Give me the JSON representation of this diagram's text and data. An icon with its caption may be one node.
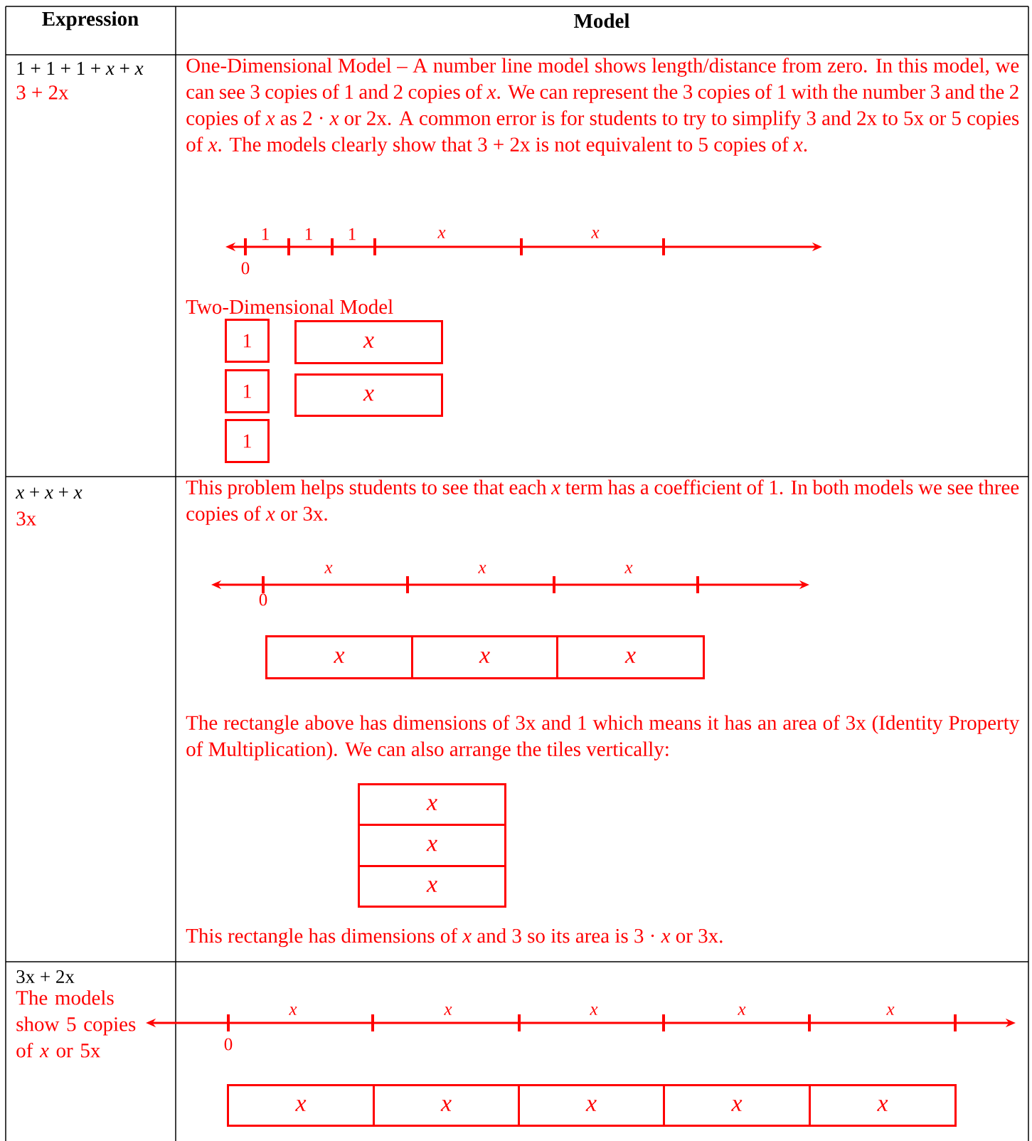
{
  "diagram": {
    "nodes": [
      {
        "text": [
          "1"
        ]
      },
      {
        "text": [
          "x"
        ]
      },
      {
        "text": [
          "1"
        ]
      },
      {
        "text": [
          "x"
        ]
      },
      {
        "text": [
          "1"
        ]
      },
      {
        "text": [
          "x"
        ]
      },
      {
        "text": [
          "x"
        ]
      },
      {
        "text": [
          "x"
        ]
      },
      {
        "text": [
          "x"
        ]
      },
      {
        "text": [
          "x"
        ]
      },
      {
        "text": [
          "x"
        ]
      },
      {
        "text": [
          "x"
        ]
      },
      {
        "text": [
          "x"
        ]
      },
      {
        "text": [
          "x"
        ]
      },
      {
        "text": [
          "x"
        ]
      },
      {
        "text": [
          "x"
        ]
      }
    ],
    "labels": [
      "Expression",
      "Model",
      "1 + 1 + 1 + *x* + *x*",
      "3 + 2x",
      "One-Dimensional Model – A number line model shows length/distance from zero. In this model, we can see 3 copies of 1 and 2 copies of *x*. We can represent the 3 copies of 1 with the number 3 and the 2 copies of *x* as 2 · *x* or 2x. A common error is for students to try to simplify 3 and 2x to 5x or 5 copies of *x*. The models clearly show that 3 + 2x is not equivalent to 5 copies of *x*.",
      "1",
      "1",
      "1",
      "x",
      "x",
      "0",
      "Two-Dimensional Model",
      "*x* + *x* + *x*",
      "3x",
      "This problem helps students to see that each *x* term has a coefficient of 1. In both models we see three copies of *x* or 3x.",
      "x",
      "x",
      "x",
      "0",
      "The rectangle above has dimensions of 3x and 1 which means it has an area of 3x (Identity Property of Multiplication). We can also arrange the tiles vertically:",
      "This rectangle has dimensions of *x* and 3 so its area is 3 · *x* or 3x.",
      "3x + 2x",
      "The models show 5 copies of *x* or 5x",
      "x",
      "x",
      "x",
      "x",
      "x",
      "0"
    ]
  }
}
